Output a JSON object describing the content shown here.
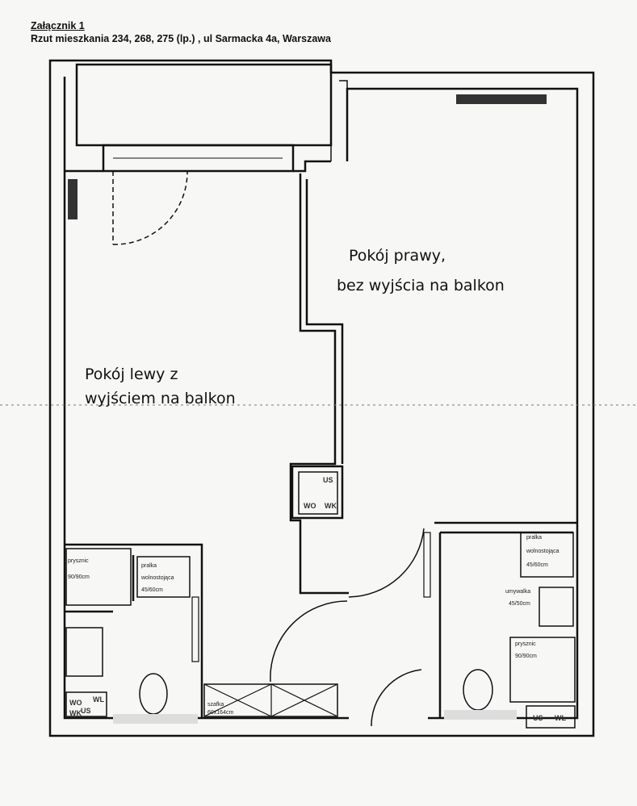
{
  "header": {
    "title": "Załącznik 1",
    "subtitle": "Rzut mieszkania 234, 268, 275 (lp.) , ul Sarmacka 4a, Warszawa"
  },
  "rooms": {
    "left_line1": "Pokój lewy z",
    "left_line2": "wyjściem na balkon",
    "right_line1": "Pokój prawy,",
    "right_line2": "bez wyjścia na balkon"
  },
  "fixtures": {
    "left_shower": [
      "prysznic",
      "90/90cm"
    ],
    "left_washer": [
      "pralka",
      "wolnostojąca",
      "45/60cm"
    ],
    "left_install": [
      "WO",
      "US",
      "WL",
      "WK"
    ],
    "closet": [
      "szafka",
      "60x164cm"
    ],
    "riser": [
      "US",
      "WO",
      "WK"
    ],
    "right_washer": [
      "pralka",
      "wolnostojąca",
      "45/60cm"
    ],
    "right_sink": [
      "umywalka",
      "45/50cm"
    ],
    "right_shower": [
      "prysznic",
      "90/90cm"
    ],
    "right_install": [
      "US",
      "WL"
    ]
  }
}
